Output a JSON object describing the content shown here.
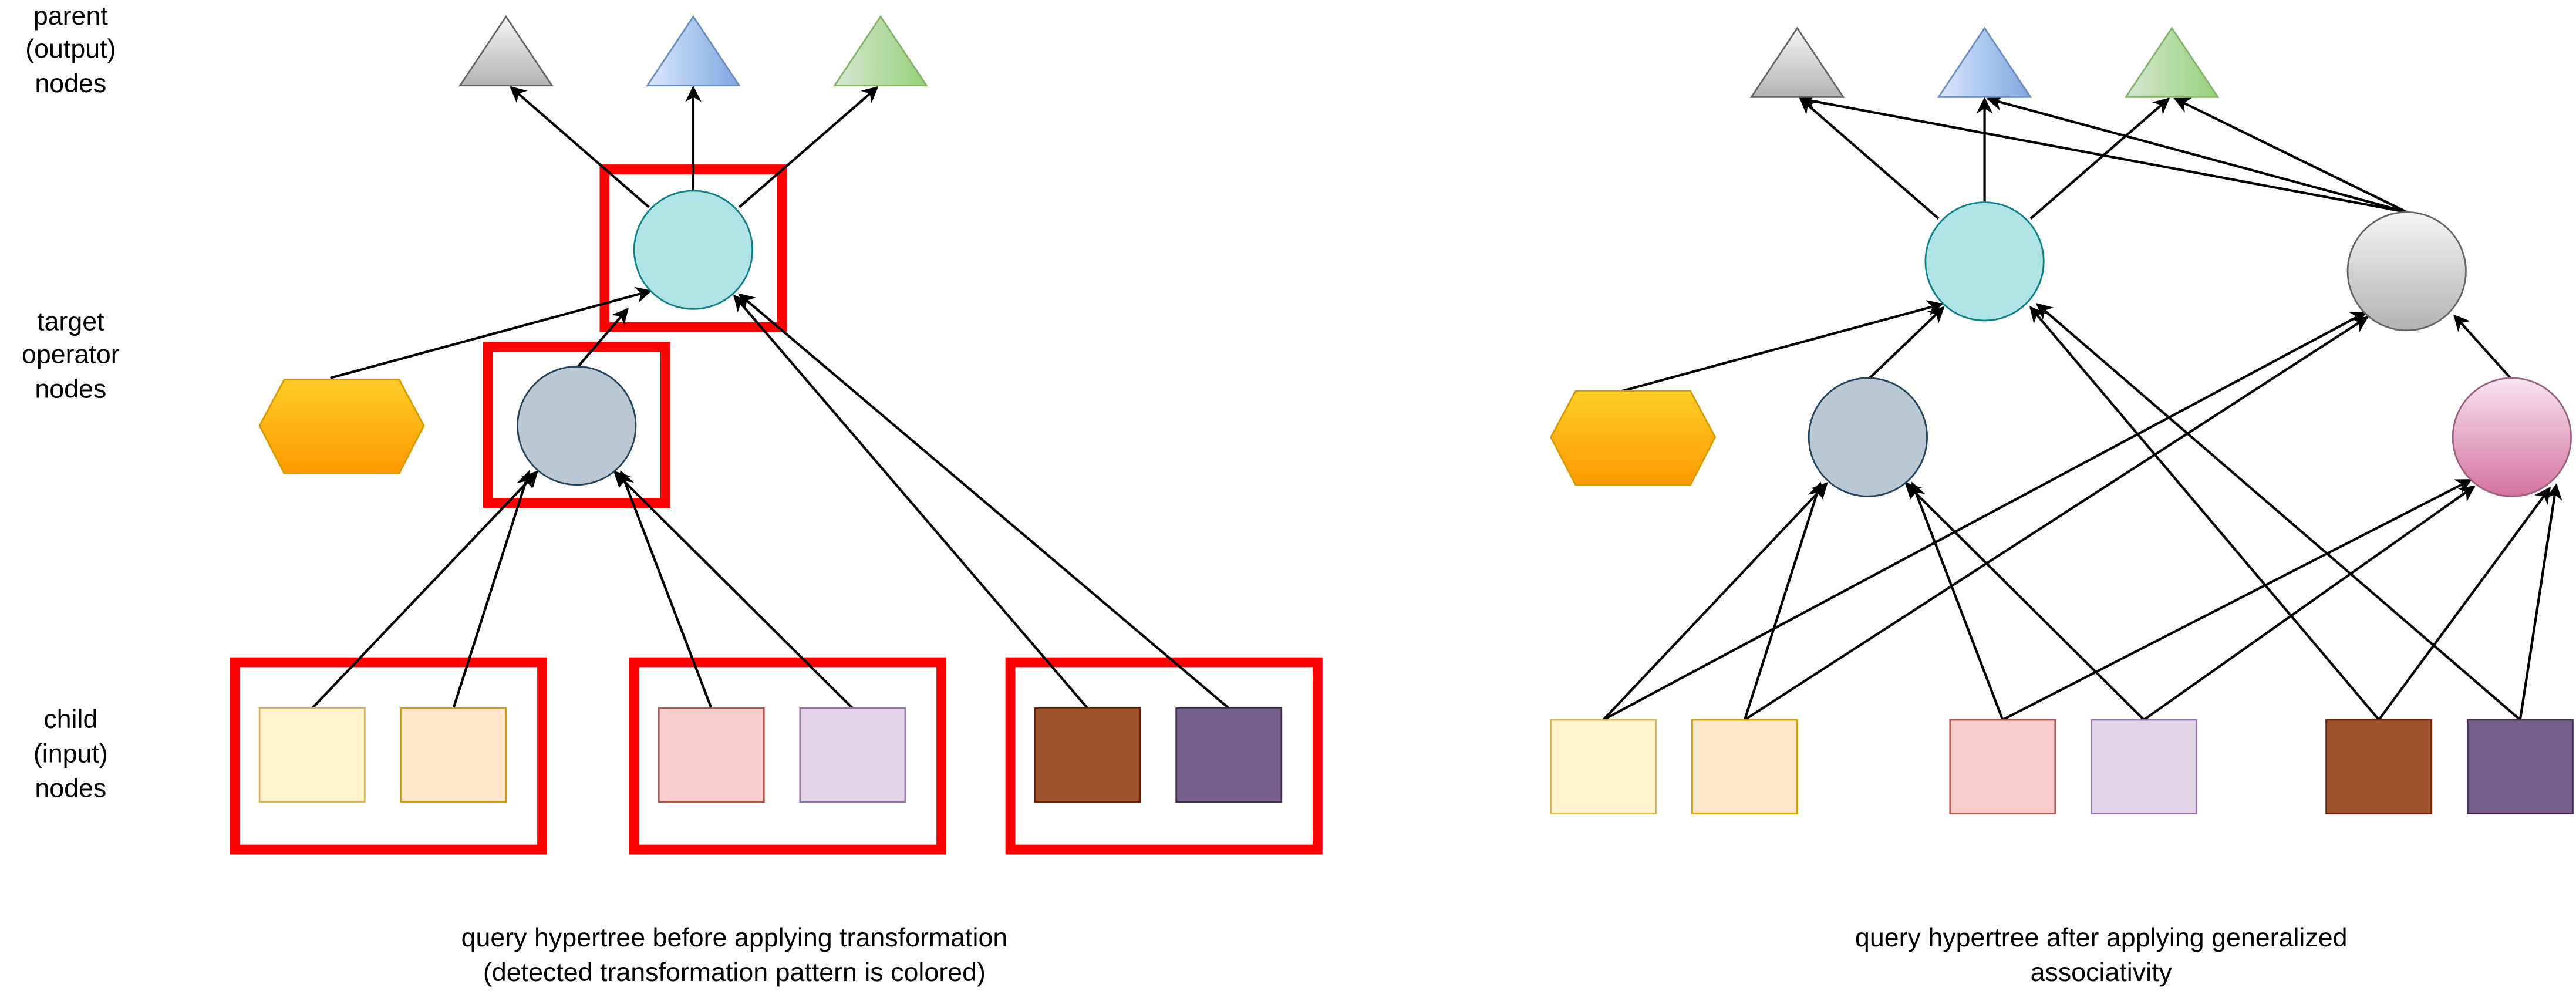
{
  "row_labels": {
    "parent": [
      "parent",
      "(output)",
      "nodes"
    ],
    "target": [
      "target",
      "operator",
      "nodes"
    ],
    "child": [
      "child",
      "(input)",
      "nodes"
    ]
  },
  "captions": {
    "left": [
      "query hypertree before applying transformation",
      "(detected transformation pattern is colored)"
    ],
    "right": [
      "query hypertree after applying generalized",
      "associativity"
    ]
  },
  "colors": {
    "edge": "#000000",
    "highlight": "#ff0000",
    "gray_node": "#c8c8c8",
    "blue_node": "#a9c4eb",
    "green_node": "#b9e0a5",
    "cyan_node": "#b0e3e6",
    "slate_node": "#bac8d3",
    "orange_hexagon": "#ffb21a",
    "pink_node": "#e6b0c8",
    "light_yellow": "#fff2cc",
    "light_orange": "#ffe6cc",
    "light_red": "#f8cecc",
    "light_purple": "#e1d5e7",
    "brown": "#a0522d",
    "dark_purple": "#76608a"
  }
}
